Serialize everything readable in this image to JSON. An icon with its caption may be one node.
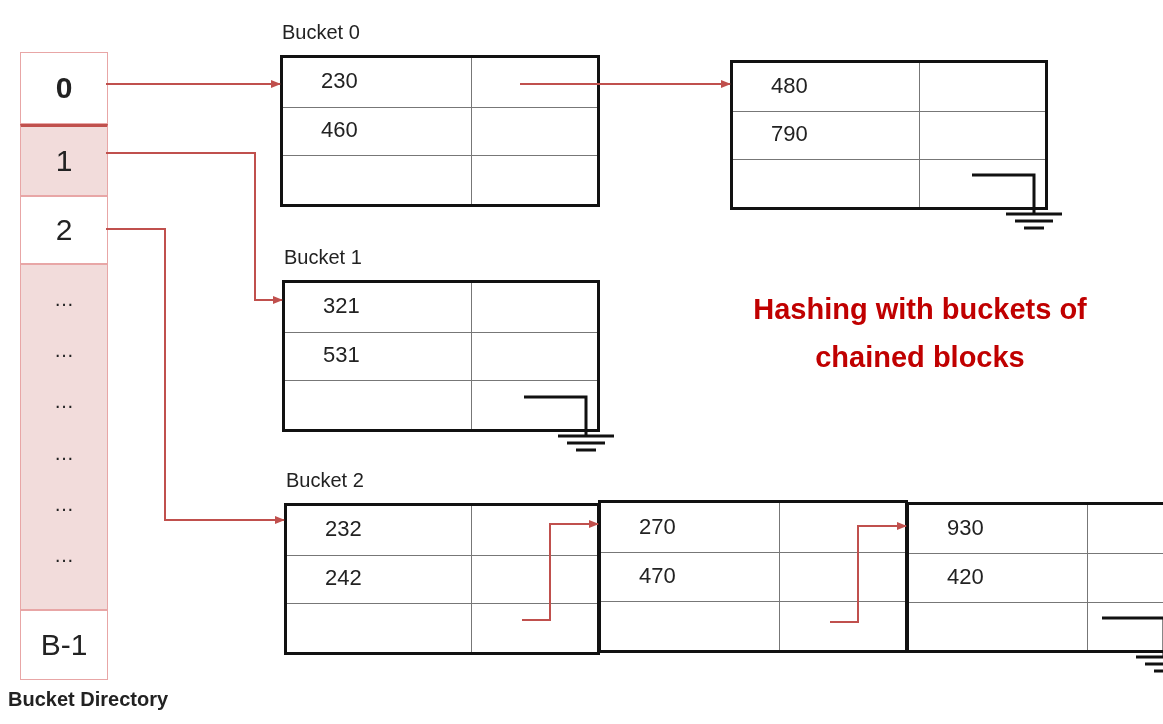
{
  "diagram": {
    "title": "Hashing with buckets of chained blocks",
    "nodes": [
      {
        "text": [
          "Bucket Directory"
        ]
      },
      {
        "text": [
          "0"
        ],
        "in": 0
      },
      {
        "text": [
          "1"
        ],
        "in": 0
      },
      {
        "text": [
          "2"
        ],
        "in": 0
      },
      {
        "text": [
          "…",
          "…",
          "…",
          "…",
          "…",
          "…"
        ],
        "in": 0
      },
      {
        "text": [
          "B-1"
        ],
        "in": 0
      },
      {
        "text": [
          "Bucket 0",
          "230",
          "460"
        ]
      },
      {
        "text": [
          "480",
          "790"
        ]
      },
      {
        "text": [
          "Bucket 1",
          "321",
          "531"
        ]
      },
      {
        "text": [
          "Bucket 2",
          "232",
          "242"
        ]
      },
      {
        "text": [
          "270",
          "470"
        ]
      },
      {
        "text": [
          "930",
          "420"
        ]
      }
    ],
    "edges": [
      {
        "from": 1,
        "to": 6,
        "arrow": "to"
      },
      {
        "from": 2,
        "to": 8,
        "arrow": "to"
      },
      {
        "from": 3,
        "to": 9,
        "arrow": "to"
      },
      {
        "from": 6,
        "to": 7,
        "arrow": "to"
      },
      {
        "from": 9,
        "to": 10,
        "arrow": "to"
      },
      {
        "from": 10,
        "to": 11,
        "arrow": "to"
      }
    ]
  }
}
